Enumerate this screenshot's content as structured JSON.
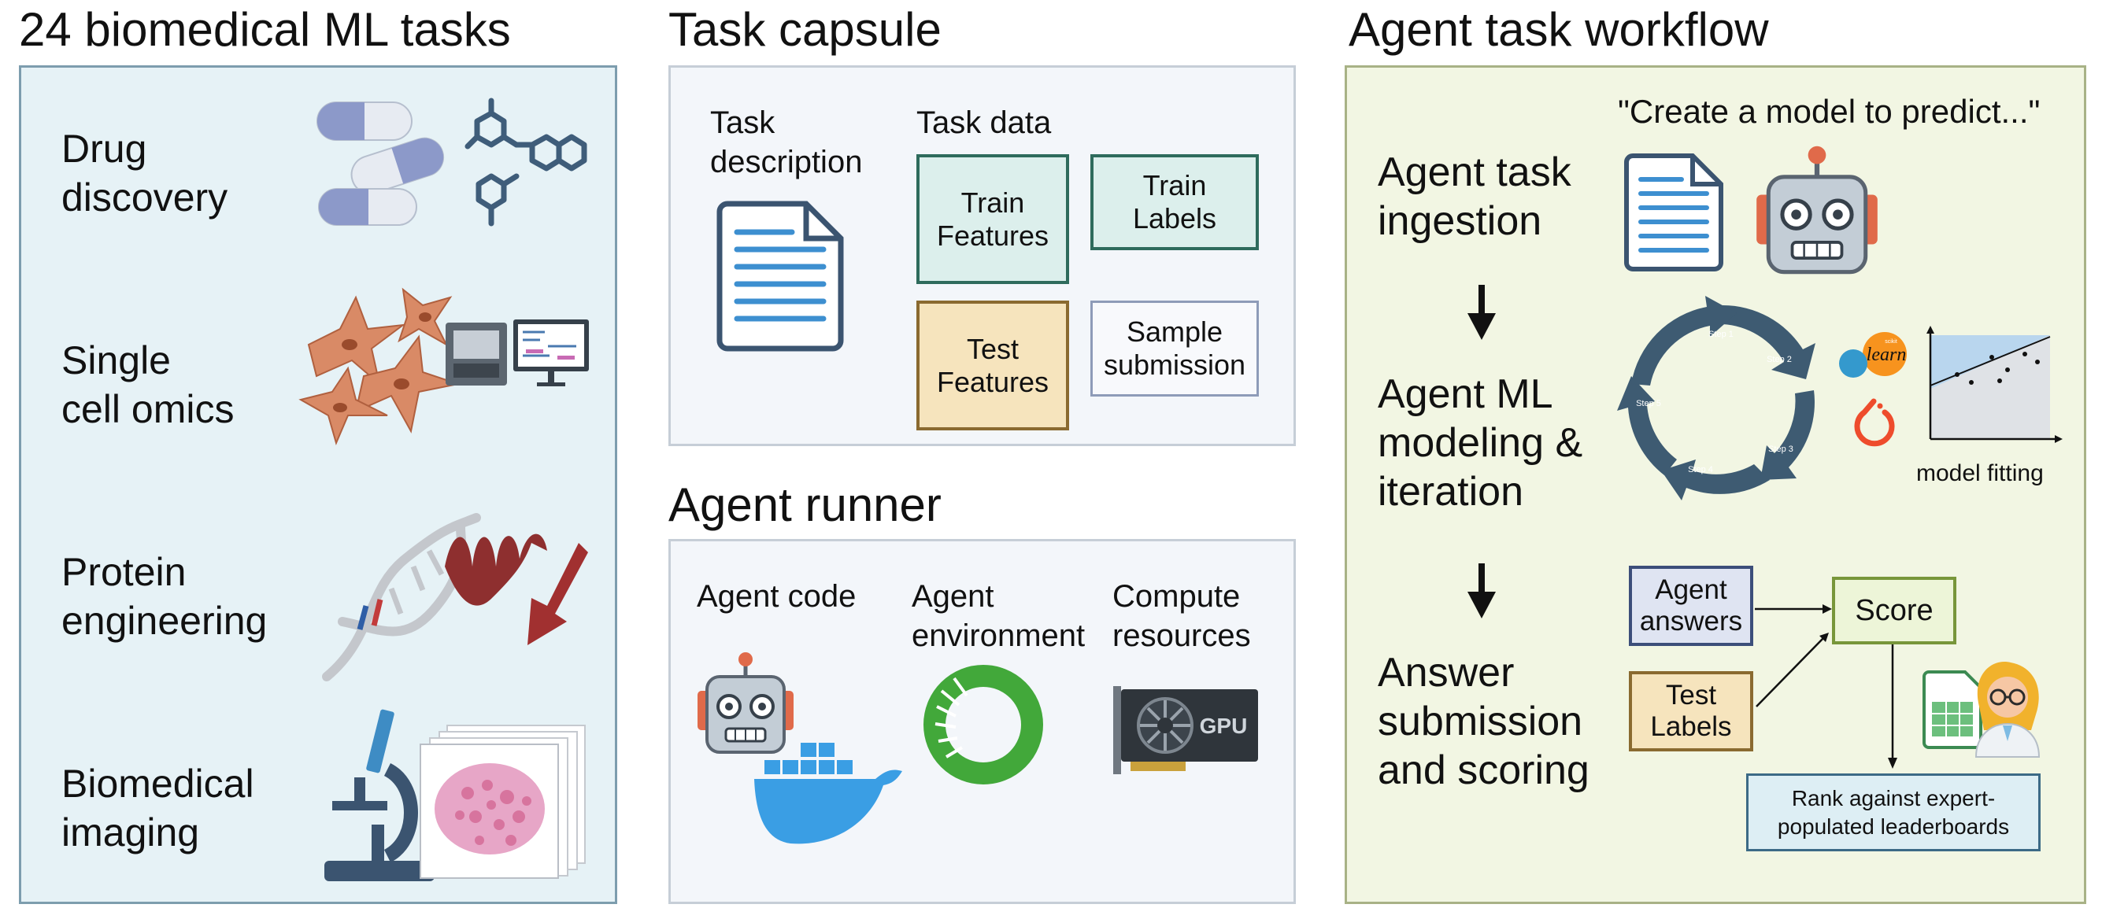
{
  "panels": {
    "tasks": {
      "heading": "24 biomedical ML tasks",
      "items": [
        {
          "line1": "Drug",
          "line2": "discovery"
        },
        {
          "line1": "Single",
          "line2": "cell omics"
        },
        {
          "line1": "Protein",
          "line2": "engineering"
        },
        {
          "line1": "Biomedical",
          "line2": "imaging"
        }
      ]
    },
    "capsule": {
      "heading": "Task capsule",
      "description_line1": "Task",
      "description_line2": "description",
      "data_label": "Task data",
      "train_features": [
        "Train",
        "Features"
      ],
      "train_labels": [
        "Train",
        "Labels"
      ],
      "test_features": [
        "Test",
        "Features"
      ],
      "sample_submission": [
        "Sample",
        "submission"
      ]
    },
    "runner": {
      "heading": "Agent runner",
      "agent_code": "Agent code",
      "agent_env": [
        "Agent",
        "environment"
      ],
      "compute": [
        "Compute",
        "resources"
      ],
      "gpu_label": "GPU"
    },
    "workflow": {
      "heading": "Agent task workflow",
      "quote": "\"Create a model to predict...\"",
      "ingestion": [
        "Agent task",
        "ingestion"
      ],
      "modeling": [
        "Agent ML",
        "modeling &",
        "iteration"
      ],
      "submission": [
        "Answer",
        "submission",
        "and scoring"
      ],
      "cycle_steps": [
        "Step 1",
        "Step 2",
        "Step 3",
        "Step 4",
        "Step 5"
      ],
      "sklearn_text": "learn",
      "sklearn_small": "scikit",
      "model_fitting": "model fitting",
      "agent_answers": [
        "Agent",
        "answers"
      ],
      "test_labels": [
        "Test",
        "Labels"
      ],
      "score": "Score",
      "rank": [
        "Rank against expert-",
        "populated leaderboards"
      ]
    }
  },
  "colors": {
    "tasks_bg": "#e6f2f6",
    "tasks_border": "#7d9dae",
    "capsule_bg": "#f3f6fa",
    "capsule_border": "#c6ced7",
    "workflow_bg": "#f2f6e3",
    "workflow_border": "#a8b286",
    "train_bg": "#dcefec",
    "train_border": "#2e6b5c",
    "test_bg": "#f6e4bd",
    "test_border": "#8a6a30",
    "sample_border": "#8e9bb8",
    "answers_bg": "#dfe4f2",
    "answers_border": "#3c4e7a",
    "score_bg": "#edf5d8",
    "score_border": "#78963a",
    "rank_bg": "#ddeef4",
    "rank_border": "#3c6a86",
    "cycle": "#3e5b72",
    "robot": "#c3cdd6",
    "docker": "#3a9ee4",
    "conda": "#42a83a"
  },
  "icons": [
    "pill-icon",
    "molecule-icon",
    "cell-icon",
    "computer-icon",
    "dna-icon",
    "protein-icon",
    "microscope-icon",
    "histology-slide-icon",
    "document-icon",
    "robot-icon",
    "docker-icon",
    "conda-icon",
    "gpu-icon",
    "cycle-icon",
    "sklearn-icon",
    "pytorch-icon",
    "scatter-plot-icon",
    "spreadsheet-icon",
    "scientist-icon",
    "arrow-down-icon"
  ]
}
